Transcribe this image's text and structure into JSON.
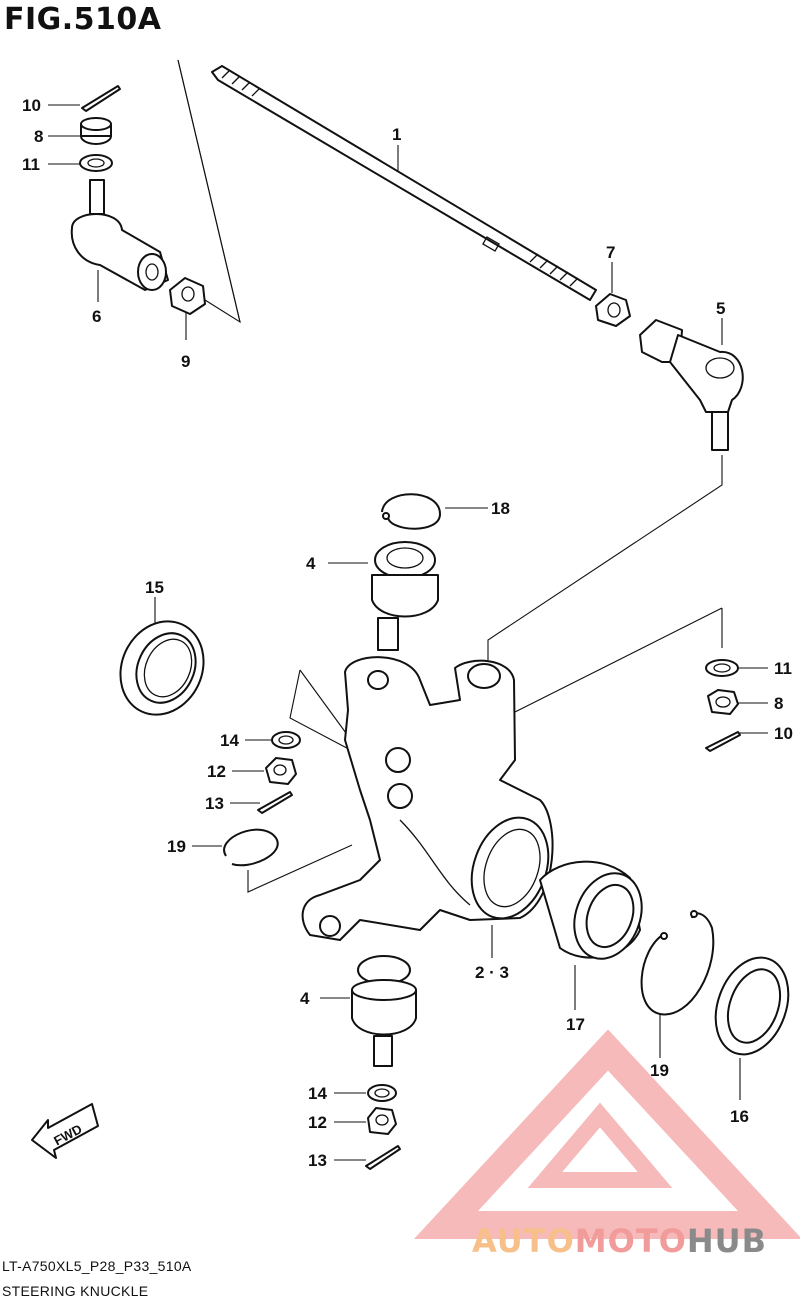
{
  "figure": {
    "title": "FIG.510A",
    "code": "LT-A750XL5_P28_P33_510A",
    "name": "STEERING KNUCKLE",
    "fwd_label": "FWD"
  },
  "callouts": [
    {
      "id": "c1",
      "text": "1"
    },
    {
      "id": "c10a",
      "text": "10"
    },
    {
      "id": "c8a",
      "text": "8"
    },
    {
      "id": "c11a",
      "text": "11"
    },
    {
      "id": "c6",
      "text": "6"
    },
    {
      "id": "c9",
      "text": "9"
    },
    {
      "id": "c7",
      "text": "7"
    },
    {
      "id": "c5",
      "text": "5"
    },
    {
      "id": "c18",
      "text": "18"
    },
    {
      "id": "c4a",
      "text": "4"
    },
    {
      "id": "c15",
      "text": "15"
    },
    {
      "id": "c11b",
      "text": "11"
    },
    {
      "id": "c8b",
      "text": "8"
    },
    {
      "id": "c10b",
      "text": "10"
    },
    {
      "id": "c14a",
      "text": "14"
    },
    {
      "id": "c12a",
      "text": "12"
    },
    {
      "id": "c13a",
      "text": "13"
    },
    {
      "id": "c19a",
      "text": "19"
    },
    {
      "id": "c23",
      "text": "2 · 3"
    },
    {
      "id": "c4b",
      "text": "4"
    },
    {
      "id": "c17",
      "text": "17"
    },
    {
      "id": "c19b",
      "text": "19"
    },
    {
      "id": "c16",
      "text": "16"
    },
    {
      "id": "c14b",
      "text": "14"
    },
    {
      "id": "c12b",
      "text": "12"
    },
    {
      "id": "c13b",
      "text": "13"
    }
  ],
  "watermark": {
    "part1": "AUTO",
    "part2": "MOTO",
    "part3": "HUB",
    "colors": {
      "triangle": "#f4a3a3",
      "auto": "#f7c08a",
      "moto": "#f29b9b",
      "hub": "#8a8a8a"
    }
  }
}
